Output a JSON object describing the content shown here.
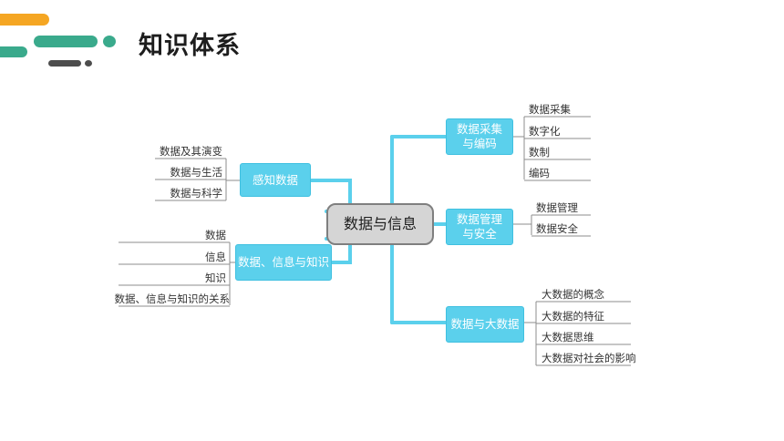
{
  "title": "知识体系",
  "colors": {
    "accent_orange": "#f5a623",
    "accent_green": "#3aaa8c",
    "accent_dark": "#4d4d4d",
    "node_fill": "#5bd0ec",
    "connector": "#5bd0ec"
  },
  "center": "数据与信息",
  "branches": [
    {
      "label": "感知数据",
      "children": [
        "数据及其演变",
        "数据与生活",
        "数据与科学"
      ]
    },
    {
      "label": "数据、信息与知识",
      "children": [
        "数据",
        "信息",
        "知识",
        "数据、信息与知识的关系"
      ]
    },
    {
      "label_lines": [
        "数据采集",
        "与编码"
      ],
      "children": [
        "数据采集",
        "数字化",
        "数制",
        "编码"
      ]
    },
    {
      "label_lines": [
        "数据管理",
        "与安全"
      ],
      "children": [
        "数据管理",
        "数据安全"
      ]
    },
    {
      "label": "数据与大数据",
      "children": [
        "大数据的概念",
        "大数据的特征",
        "大数据思维",
        "大数据对社会的影响"
      ]
    }
  ]
}
